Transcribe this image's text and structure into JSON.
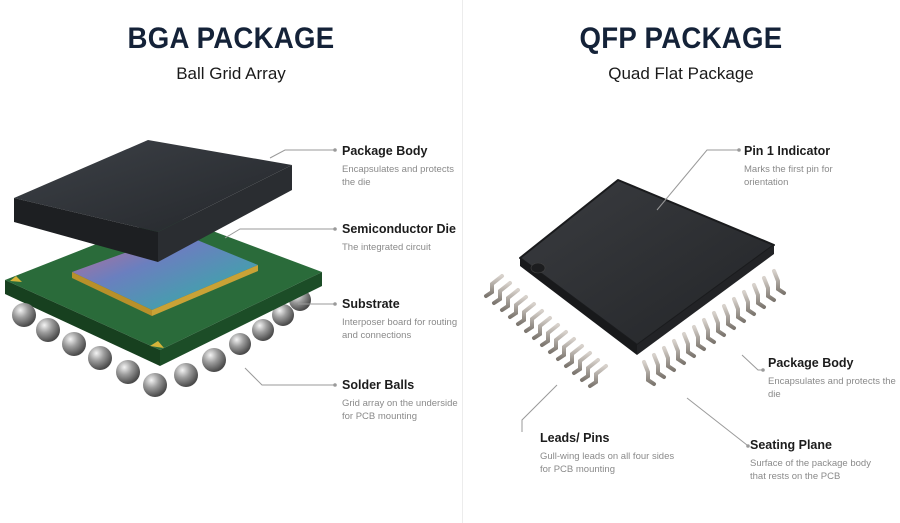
{
  "bga": {
    "title": "BGA PACKAGE",
    "subtitle": "Ball Grid Array",
    "callouts": [
      {
        "heading": "Package Body",
        "description": "Encapsulates and protects the die"
      },
      {
        "heading": "Semiconductor Die",
        "description": "The integrated circuit"
      },
      {
        "heading": "Substrate",
        "description": "Interposer board for routing and connections"
      },
      {
        "heading": "Solder Balls",
        "description": "Grid array on the underside for PCB mounting"
      }
    ]
  },
  "qfp": {
    "title": "QFP PACKAGE",
    "subtitle": "Quad Flat Package",
    "callouts": [
      {
        "heading": "Pin 1 Indicator",
        "description": "Marks the first pin for orientation"
      },
      {
        "heading": "Package Body",
        "description": "Encapsulates and protects the die"
      },
      {
        "heading": "Leads/ Pins",
        "description": "Gull-wing leads on all four sides for PCB mounting"
      },
      {
        "heading": "Seating Plane",
        "description": "Surface of the package body that rests on the PCB"
      }
    ]
  },
  "colors": {
    "title": "#142238",
    "package_body": "#2c2f33",
    "substrate": "#1f5a2e",
    "solder_ball": "#9a9a9a",
    "leader_line": "#9a9a9a"
  }
}
